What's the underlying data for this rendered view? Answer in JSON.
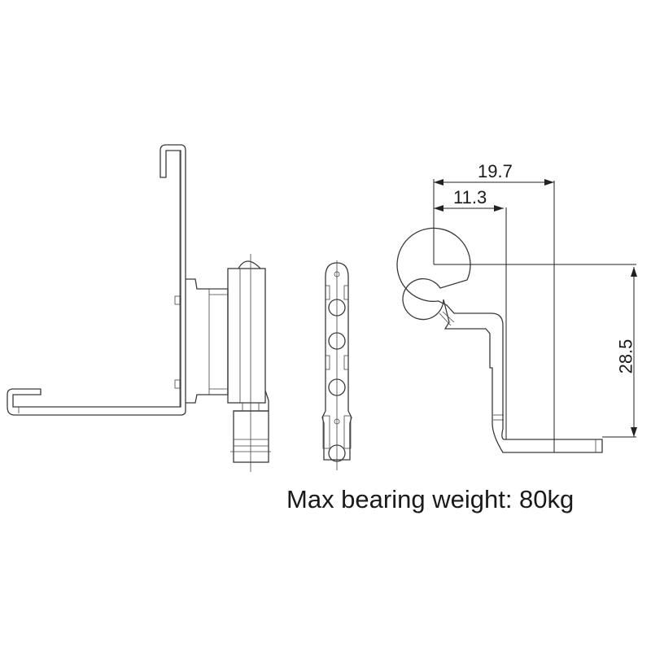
{
  "diagram": {
    "caption": "Max bearing weight: 80kg",
    "views": [
      {
        "name": "side-view",
        "description": "L-shaped hinge bracket with hook flanges and pivot pin assembly"
      },
      {
        "name": "front-view",
        "description": "Mounting plate with screw holes"
      },
      {
        "name": "top-view",
        "description": "Hinge knuckle profile with dimensions"
      }
    ],
    "dimensions": {
      "overall_width": "19.7",
      "pivot_offset": "11.3",
      "height": "28.5"
    },
    "colors": {
      "line": "#3a3a3a",
      "background": "#ffffff"
    }
  }
}
